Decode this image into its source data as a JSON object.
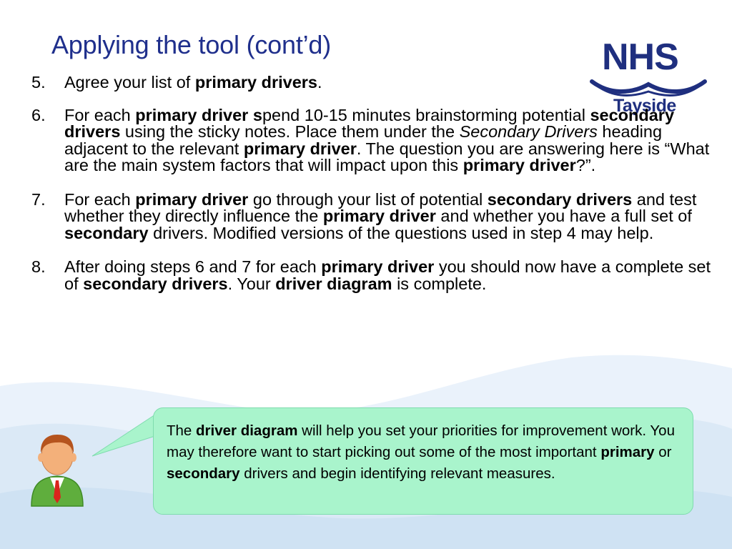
{
  "slide": {
    "title": "Applying the tool (cont’d)"
  },
  "logo": {
    "main": "NHS",
    "sub": "Tayside"
  },
  "steps": [
    {
      "num": "5.",
      "parts": [
        {
          "t": "Agree your list of "
        },
        {
          "t": "primary drivers",
          "b": true
        },
        {
          "t": "."
        }
      ]
    },
    {
      "num": "6.",
      "parts": [
        {
          "t": "For each "
        },
        {
          "t": "primary driver s",
          "b": true
        },
        {
          "t": "pend 10-15 minutes brainstorming potential "
        },
        {
          "t": "secondary drivers",
          "b": true
        },
        {
          "t": " using the sticky notes. Place them under the "
        },
        {
          "t": "Secondary Drivers",
          "i": true
        },
        {
          "t": " heading adjacent to the relevant "
        },
        {
          "t": "primary driver",
          "b": true
        },
        {
          "t": ". The question you are answering here is “What are the main system factors that will impact upon this "
        },
        {
          "t": "primary driver",
          "b": true
        },
        {
          "t": "?”."
        }
      ]
    },
    {
      "num": "7.",
      "parts": [
        {
          "t": "For each "
        },
        {
          "t": "primary driver",
          "b": true
        },
        {
          "t": " go through your list of potential "
        },
        {
          "t": "secondary drivers",
          "b": true
        },
        {
          "t": " and test whether they directly influence the "
        },
        {
          "t": "primary driver",
          "b": true
        },
        {
          "t": " and whether you have a full set of "
        },
        {
          "t": "secondary",
          "b": true
        },
        {
          "t": " drivers. Modified versions of the questions used in step 4 may help."
        }
      ]
    },
    {
      "num": "8.",
      "parts": [
        {
          "t": "After doing steps 6 and 7 for each "
        },
        {
          "t": "primary driver",
          "b": true
        },
        {
          "t": " you should now have a complete set of "
        },
        {
          "t": "secondary drivers",
          "b": true
        },
        {
          "t": ". Your "
        },
        {
          "t": "driver diagram",
          "b": true
        },
        {
          "t": " is complete."
        }
      ]
    }
  ],
  "callout": {
    "parts": [
      {
        "t": "The "
      },
      {
        "t": "driver diagram",
        "b": true
      },
      {
        "t": " will help you set your priorities for improvement work. You may therefore want to start picking out some of the most important "
      },
      {
        "t": "primary",
        "b": true
      },
      {
        "t": " or "
      },
      {
        "t": "secondary",
        "b": true
      },
      {
        "t": " drivers and begin identifying relevant measures."
      }
    ]
  },
  "colors": {
    "title": "#1f2f8c",
    "logo": "#1f2f7f",
    "callout_fill": "#a9f4cc",
    "wave_light": "#e6f0fa",
    "wave_mid": "#d4e6f5"
  },
  "icons": {
    "avatar": "person-icon",
    "logo_waves": "nhs-wave-emblem"
  }
}
